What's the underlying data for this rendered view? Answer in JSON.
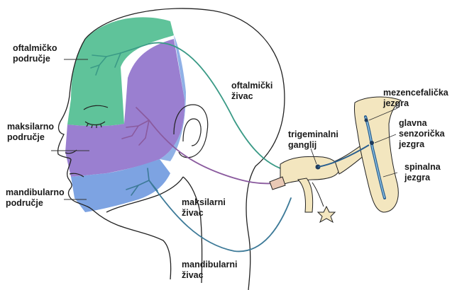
{
  "labels": {
    "ophthalmic_region": [
      "oftalmičko",
      "područje"
    ],
    "maxillary_region": [
      "maksilarno",
      "područje"
    ],
    "mandibular_region": [
      "mandibularno",
      "područje"
    ],
    "ophthalmic_nerve": [
      "oftalmički",
      "živac"
    ],
    "maxillary_nerve": [
      "maksilarni",
      "živac"
    ],
    "mandibular_nerve": [
      "mandibularni",
      "živac"
    ],
    "trigeminal_ganglion": [
      "trigeminalni",
      "ganglij"
    ],
    "mesencephalic_nucleus": [
      "mezencefalička",
      "jezgra"
    ],
    "main_sensory_nucleus": [
      "glavna",
      "senzorička",
      "jezgra"
    ],
    "spinal_nucleus": [
      "spinalna",
      "jezgra"
    ]
  },
  "colors": {
    "ophthalmic": "#5fc39a",
    "maxillary": "#9a7fd0",
    "mandibular": "#7da3e2",
    "outline": "#222222",
    "nerve_ophthalmic": "#3a9a86",
    "nerve_maxillary": "#8a5a9e",
    "nerve_mandibular": "#3d7a98",
    "ganglion": "#f3e6bf"
  }
}
